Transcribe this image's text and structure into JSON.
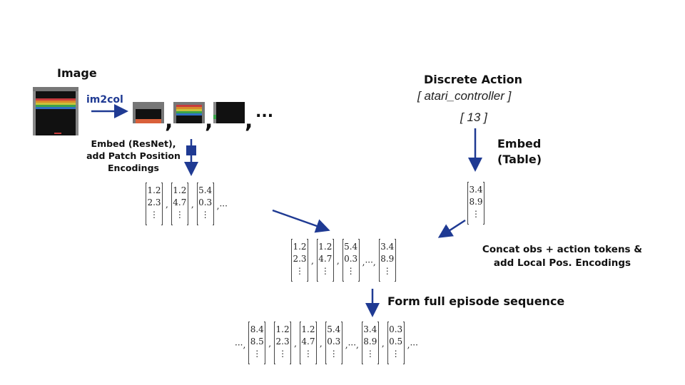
{
  "image_title": "Image",
  "im2col_label": "im2col",
  "embed_resnet_label": [
    "Embed (ResNet),",
    "add Patch Position",
    "Encodings"
  ],
  "patch_ellipsis": "...",
  "discrete_action_title": "Discrete Action",
  "action_space": "[ atari_controller ]",
  "action_value": "[ 13 ]",
  "embed_table_label": [
    "Embed",
    "(Table)"
  ],
  "concat_label": [
    "Concat obs + action tokens &",
    "add Local Pos. Encodings"
  ],
  "form_label": "Form full episode sequence",
  "patch_vectors": [
    [
      "1.2",
      "2.3"
    ],
    [
      "1.2",
      "4.7"
    ],
    [
      "5.4",
      "0.3"
    ]
  ],
  "patch_tail": ",···",
  "action_vector": [
    "3.4",
    "8.9"
  ],
  "concat_vectors": [
    [
      "1.2",
      "2.3"
    ],
    [
      "1.2",
      "4.7"
    ],
    [
      "5.4",
      "0.3"
    ]
  ],
  "concat_mid": ",···,",
  "concat_last": [
    "3.4",
    "8.9"
  ],
  "episode_lead": "···,",
  "episode_vectors": [
    [
      "8.4",
      "8.5"
    ],
    [
      "1.2",
      "2.3"
    ],
    [
      "1.2",
      "4.7"
    ],
    [
      "5.4",
      "0.3"
    ]
  ],
  "episode_mid": ",···,",
  "episode_vectors_2": [
    [
      "3.4",
      "8.9"
    ],
    [
      "0.3",
      "0.5"
    ]
  ],
  "episode_tail": ",···",
  "vdots": "⋮",
  "comma": ",",
  "colors": {
    "arrow": "#1f3a93",
    "rainbow": [
      "#c83c3c",
      "#d98a2a",
      "#c9c23a",
      "#3aa34a",
      "#2f6fc4"
    ]
  }
}
